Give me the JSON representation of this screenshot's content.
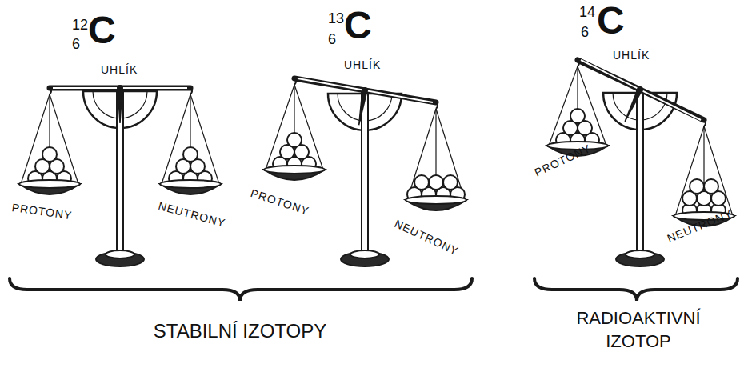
{
  "diagram": {
    "labels": [
      "12",
      "6",
      "C",
      "UHLÍK",
      "PROTONY",
      "NEUTRONY",
      "13",
      "6",
      "C",
      "UHLÍK",
      "PROTONY",
      "NEUTRONY",
      "14",
      "6",
      "C",
      "UHLÍK",
      "PROTONY",
      "NEUTRONY",
      "STABILNÍ IZOTOPY",
      "RADIOAKTIVNÍ IZOTOP"
    ]
  }
}
